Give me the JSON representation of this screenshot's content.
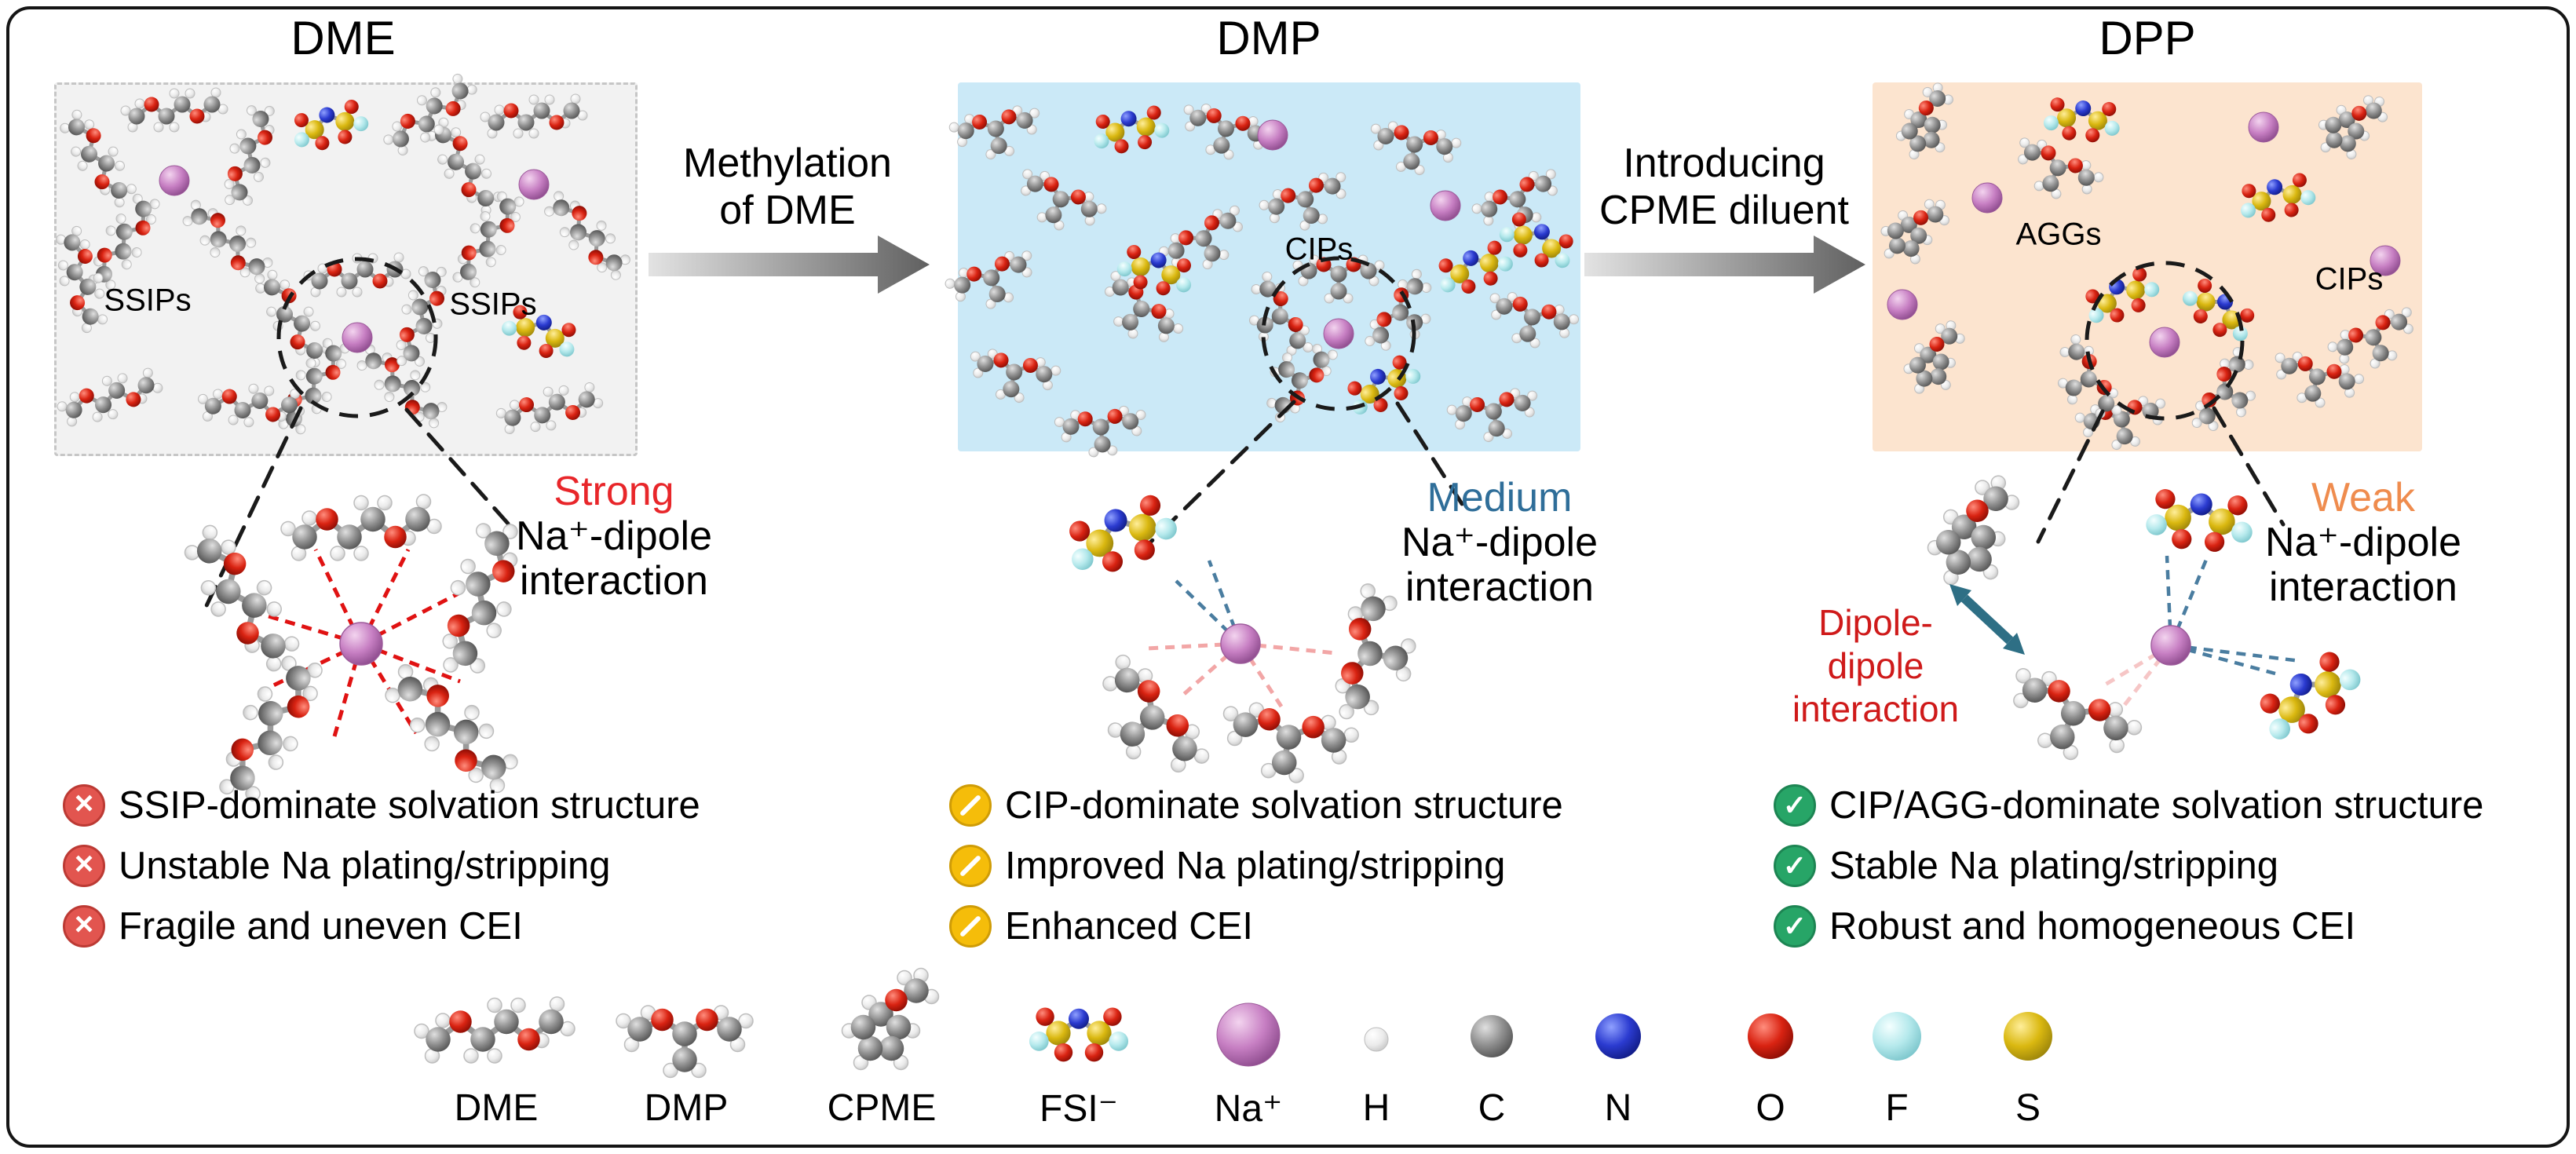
{
  "panels": [
    {
      "title": "DME",
      "labels": [
        "SSIPs",
        "SSIPs"
      ]
    },
    {
      "title": "DMP",
      "labels": [
        "CIPs"
      ]
    },
    {
      "title": "DPP",
      "labels": [
        "AGGs",
        "CIPs"
      ]
    }
  ],
  "arrows": [
    {
      "line1": "Methylation",
      "line2": "of DME"
    },
    {
      "line1": "Introducing",
      "line2": "CPME diluent"
    }
  ],
  "interactions": [
    {
      "strength": "Strong",
      "line1": "Na⁺-dipole",
      "line2": "interaction"
    },
    {
      "strength": "Medium",
      "line1": "Na⁺-dipole",
      "line2": "interaction"
    },
    {
      "strength": "Weak",
      "line1": "Na⁺-dipole",
      "line2": "interaction"
    }
  ],
  "dipole_note": {
    "line1": "Dipole-",
    "line2": "dipole",
    "line3": "interaction"
  },
  "bullets": {
    "dme": [
      "SSIP-dominate solvation structure",
      "Unstable Na plating/stripping",
      "Fragile and uneven CEI"
    ],
    "dmp": [
      "CIP-dominate solvation structure",
      "Improved Na plating/stripping",
      "Enhanced CEI"
    ],
    "dpp": [
      "CIP/AGG-dominate solvation structure",
      "Stable Na plating/stripping",
      "Robust and homogeneous CEI"
    ]
  },
  "icons": {
    "bad_glyph": "×",
    "good_glyph": "✓"
  },
  "legend": {
    "items": [
      {
        "label": "DME"
      },
      {
        "label": "DMP"
      },
      {
        "label": "CPME"
      },
      {
        "label": "FSI⁻"
      },
      {
        "label": "Na⁺"
      },
      {
        "label": "H"
      },
      {
        "label": "C"
      },
      {
        "label": "N"
      },
      {
        "label": "O"
      },
      {
        "label": "F"
      },
      {
        "label": "S"
      }
    ]
  },
  "colors": {
    "strong": "#e8262a",
    "medium": "#2f6e99",
    "weak": "#ef8c4e",
    "dipole_note": "#cf1a1a",
    "panel_dme": "#f2f2f2",
    "panel_dmp": "#cbe9f7",
    "panel_dpp": "#fce4cf",
    "na": "#c77fc3",
    "carbon": "#8a8a8a",
    "oxygen": "#d92312",
    "nitrogen": "#2b3bd0",
    "fluorine": "#a9e3e5",
    "sulfur": "#dab810",
    "hydrogen": "#f5f5f5",
    "bad_icon": "#e2554f",
    "mid_icon": "#f5bd0a",
    "good_icon": "#27a567",
    "teal_arrow": "#2e6f85"
  }
}
